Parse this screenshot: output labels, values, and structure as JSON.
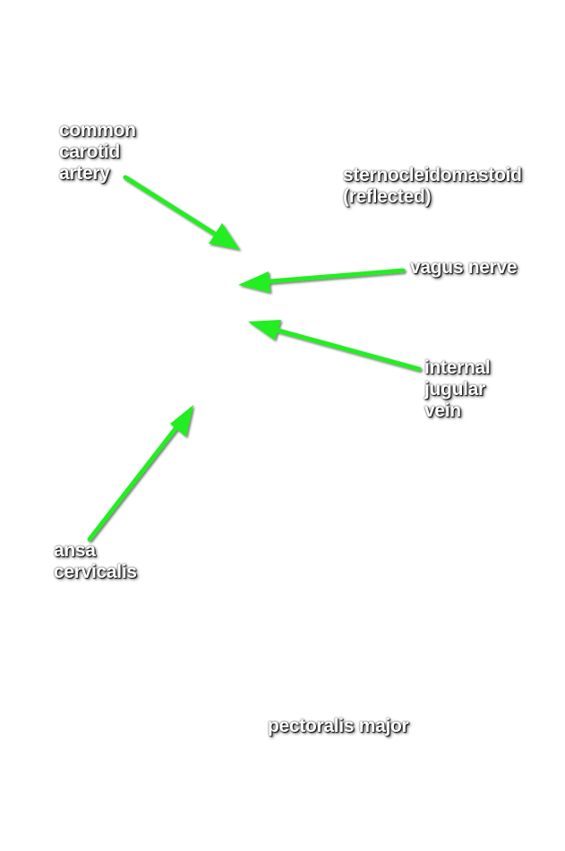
{
  "labels": {
    "common_carotid_artery": "common\ncarotid\nartery",
    "sternocleidomastoid": "sternocleidomastoid\n(reflected)",
    "vagus_nerve": "vagus nerve",
    "internal_jugular_vein": "internal\njugular\nvein",
    "ansa_cervicalis": "ansa\ncervicalis",
    "pectoralis_major": "pectoralis major"
  },
  "colors": {
    "arrow": "#22ee22",
    "arrow_outline": "#0a7a0a",
    "label_text": "#ffffff",
    "background": "#ffffff"
  }
}
